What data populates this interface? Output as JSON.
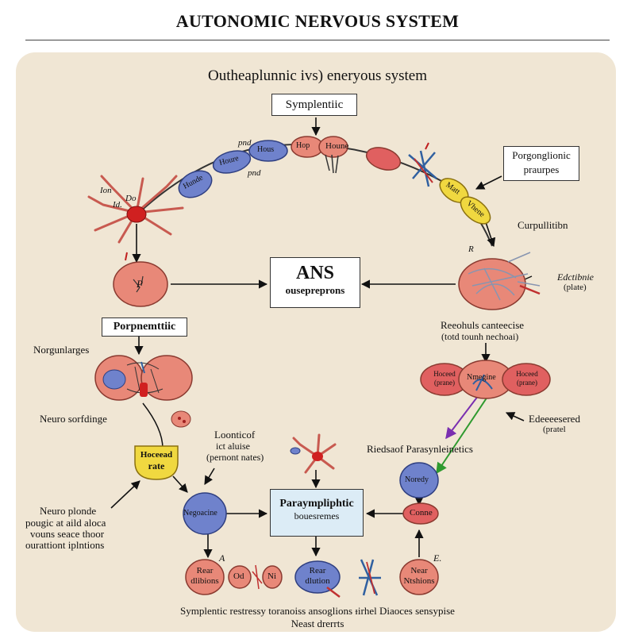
{
  "page_title": "AUTONOMIC NERVOUS SYSTEM",
  "subtitle": "Outheaplunnic ivs) eneryous system",
  "center_box": {
    "title": "ANS",
    "subtitle": "ousepreprons"
  },
  "boxes": {
    "top": "Symplentiic",
    "left": "Porpnemttiic",
    "right_label": "Porgonglionic praurpes",
    "bottom_center_title": "Paraympliphtic",
    "bottom_center_sub": "bouesremes"
  },
  "cells": {
    "top_1": "Hunde",
    "top_2": "Houre",
    "top_3": "Hous",
    "top_4": "Hop",
    "top_5": "Houne",
    "yellow_1": "Matt",
    "yellow_2": "Vhene",
    "right_small_left": "Hoceed (prane)",
    "right_middle": "Nmegine",
    "right_small_right": "Hoceed (prane)",
    "yellow_bottom_title": "Hoceead",
    "yellow_bottom_sub": "rate",
    "blue_left": "Negoacine",
    "blue_right": "Noredy",
    "red_right": "Conne",
    "bottom_left": "Rear dlibions",
    "bottom_small_1": "Od",
    "bottom_small_2": "Ni",
    "bottom_center": "Rear dlution",
    "bottom_right": "Near Ntshions"
  },
  "labels": {
    "pnd_top": "pnd",
    "pnd_bottom": "pnd",
    "ion": "Ion",
    "do": "Do",
    "id": "Id.",
    "curpullititon": "Curpullitibn",
    "r_mark": "R",
    "edctibne": "Edctibnie",
    "edctibne_sub": "(plate)",
    "recohus_1": "Reeohuls canteecise",
    "recohus_2": "(totd tounh nechoai)",
    "norgunlarges": "Norgunlarges",
    "neuro_sorfdinge": "Neuro sorfdinge",
    "loonticof_1": "Loonticof",
    "loonticof_2": "ict aluise",
    "loonticof_3": "(pernont nates)",
    "edecesered": "Edeeeesered",
    "edecesered_sub": "(pratel",
    "riedsaof": "Riedsaof Parasynleinetics",
    "neuro_plonde_1": "Neuro plonde",
    "neuro_plonde_2": "pougic at aild aloca",
    "neuro_plonde_3": "vouns seace thoor",
    "neuro_plonde_4": "ourattiont iplntions",
    "p_mark": "P",
    "a_mark": "A",
    "e_mark": "E.",
    "bottom_caption_1": "Symplentic restressy toranoiss ansoglions ᵻirhel Diaoces sensypise",
    "bottom_caption_2": "Neast drerrts"
  },
  "colors": {
    "panel": "#f0e6d4",
    "red_cell": "#e88878",
    "blue_cell": "#6f82cc",
    "yellow_cell": "#f0d840",
    "center_box_bg": "#dcecf6"
  }
}
